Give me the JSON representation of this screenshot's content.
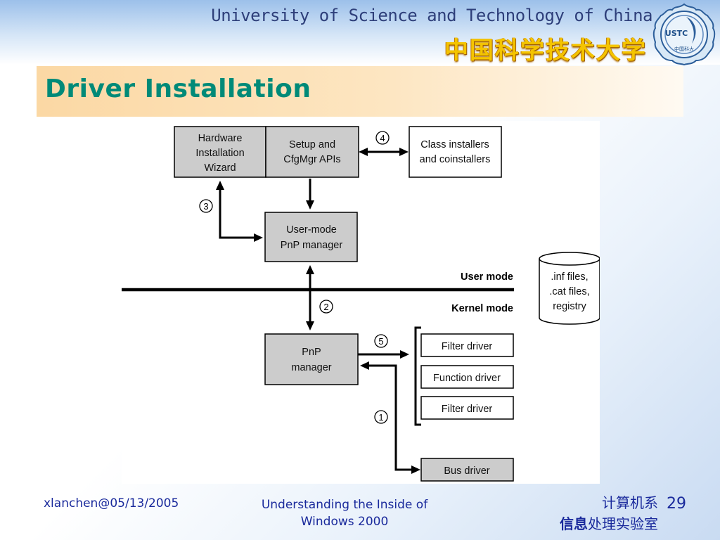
{
  "header": {
    "university_en": "University of Science and Technology of China",
    "university_cn": "中国科学技术大学",
    "logo_text": "USTC",
    "logo_subtext": "中国科大"
  },
  "slide": {
    "title": "Driver Installation"
  },
  "diagram": {
    "boxes": {
      "hardware_wizard": [
        "Hardware",
        "Installation",
        "Wizard"
      ],
      "setup_apis": [
        "Setup and",
        "CfgMgr APIs"
      ],
      "class_installers": [
        "Class installers",
        "and coinstallers"
      ],
      "user_pnp": [
        "User-mode",
        "PnP manager"
      ],
      "kernel_pnp": [
        "PnP",
        "manager"
      ],
      "filter_upper": "Filter driver",
      "function_driver": "Function driver",
      "filter_lower": "Filter driver",
      "bus_driver": "Bus driver"
    },
    "mode_labels": {
      "user": "User mode",
      "kernel": "Kernel mode"
    },
    "storage": [
      ".inf files,",
      ".cat files,",
      "registry"
    ],
    "steps": [
      "1",
      "2",
      "3",
      "4",
      "5"
    ],
    "colors": {
      "gray_box": "#cccccc",
      "line": "#000000"
    }
  },
  "footer": {
    "author_date": "xlanchen@05/13/2005",
    "course_line1": "Understanding the Inside of",
    "course_line2": "Windows 2000",
    "dept_line1": "计算机系",
    "dept_line2_bold": "信息",
    "dept_line2_rest": "处理实验室",
    "page_number": "29"
  }
}
